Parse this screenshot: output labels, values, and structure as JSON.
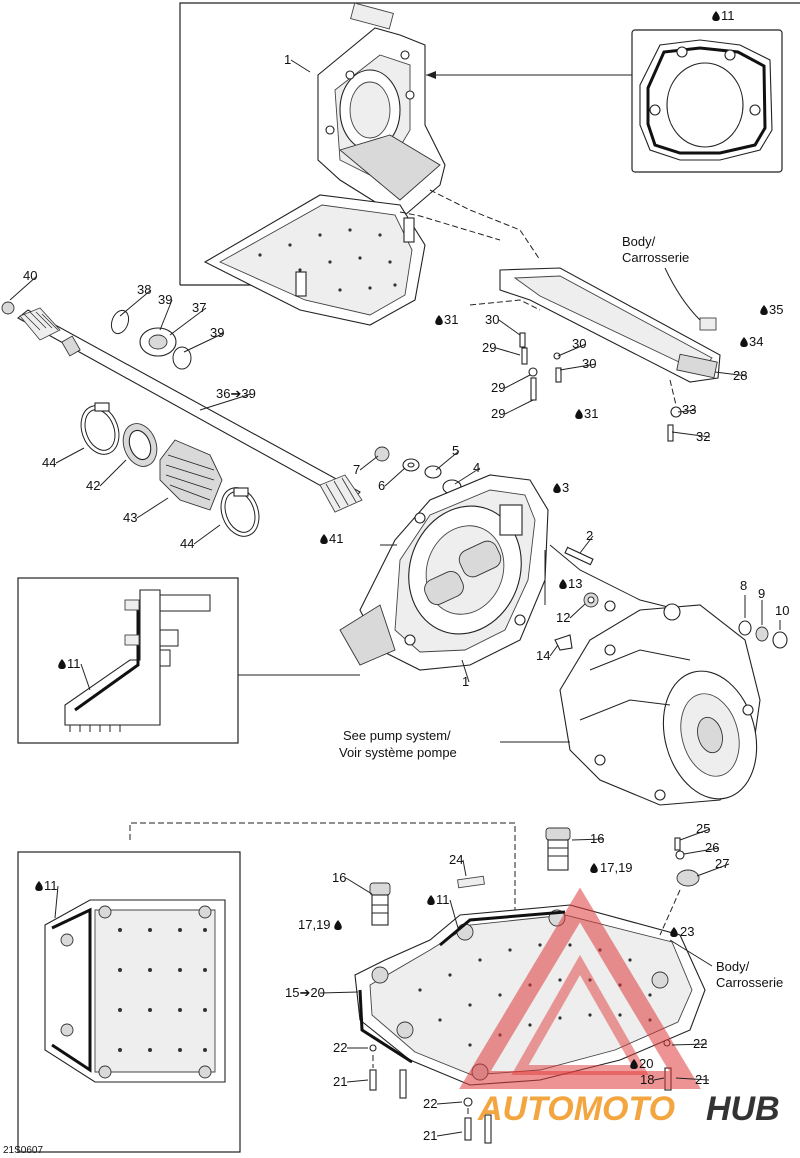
{
  "diagram": {
    "drawing_code": "21S0607",
    "callouts_top": [
      "1",
      "11",
      "35",
      "34",
      "28",
      "33",
      "32",
      "31",
      "30",
      "29",
      "30",
      "29",
      "30",
      "29",
      "31",
      "40",
      "38",
      "39",
      "37",
      "39",
      "36➔39",
      "7",
      "5",
      "6",
      "4",
      "3",
      "44",
      "42",
      "43",
      "44",
      "41"
    ],
    "callouts_mid": [
      "2",
      "13",
      "12",
      "14",
      "8",
      "9",
      "10",
      "1",
      "11"
    ],
    "callouts_bottom": [
      "25",
      "26",
      "27",
      "16",
      "17,19",
      "24",
      "16",
      "11",
      "17,19",
      "23",
      "15➔20",
      "11",
      "22",
      "22",
      "20",
      "18",
      "21",
      "21",
      "22",
      "21"
    ],
    "notes": {
      "body_top_en": "Body/",
      "body_top_fr": "Carrosserie",
      "pump_en": "See pump system/",
      "pump_fr": "Voir système pompe",
      "body_bot_en": "Body/",
      "body_bot_fr": "Carrosserie"
    }
  },
  "watermark": {
    "text_a": "AUTOMOTO",
    "text_b": "HUB",
    "color_a": "#f3a640",
    "color_b": "#333333",
    "logo_color": "#e03a3a"
  }
}
